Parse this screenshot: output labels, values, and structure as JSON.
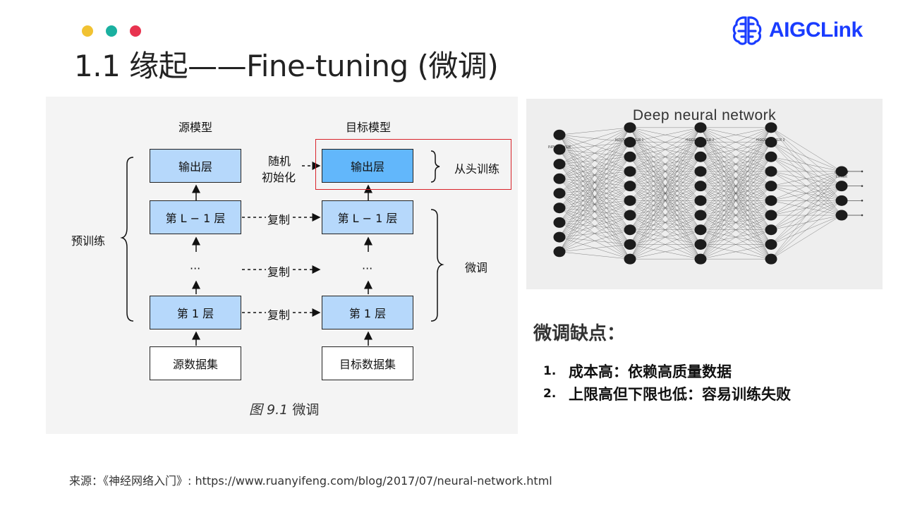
{
  "header": {
    "title": "1.1 缘起——Fine-tuning (微调)",
    "brand": "AIGCLink",
    "dot_colors": [
      "#f1c232",
      "#1ab0a0",
      "#e8334f"
    ]
  },
  "diagram": {
    "col_source_title": "源模型",
    "col_target_title": "目标模型",
    "source_boxes": [
      "输出层",
      "第 L − 1 层",
      "···",
      "第 1 层",
      "源数据集"
    ],
    "target_boxes": [
      "输出层",
      "第 L − 1 层",
      "···",
      "第 1 层",
      "目标数据集"
    ],
    "random_init": [
      "随机",
      "初始化"
    ],
    "copy_labels": [
      "复制",
      "复制",
      "复制"
    ],
    "pretrain_label": "预训练",
    "from_scratch_label": "从头训练",
    "finetune_label": "微调",
    "caption_fig": "图 9.1",
    "caption_text": "微调"
  },
  "network": {
    "title": "Deep neural network",
    "layer_labels": [
      "INPUT LAYER",
      "HIDDEN LAYER 1",
      "HIDDEN LAYER 2",
      "HIDDEN LAYER 3",
      "OUTPUT LAYER"
    ],
    "layer_sizes": [
      9,
      10,
      10,
      10,
      4
    ]
  },
  "drawbacks": {
    "heading": "微调缺点：",
    "items": [
      {
        "num": "1.",
        "text": "成本高：依赖高质量数据"
      },
      {
        "num": "2.",
        "text": "上限高但下限也低：容易训练失败"
      }
    ]
  },
  "footer": {
    "source": "来源：《神经网络入门》: https://www.ruanyifeng.com/blog/2017/07/neural-network.html"
  }
}
